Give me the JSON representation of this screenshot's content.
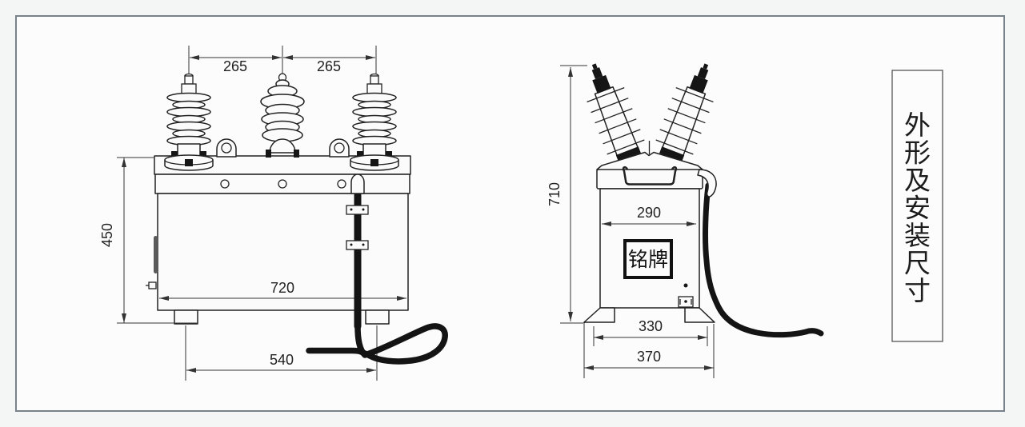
{
  "drawing": {
    "front_view": {
      "dim_phase_spacing_left": "265",
      "dim_phase_spacing_right": "265",
      "dim_body_height": "450",
      "dim_body_width": "720",
      "dim_foot_spacing": "540"
    },
    "side_view": {
      "dim_total_height": "710",
      "dim_body_depth": "290",
      "dim_foot_inner_spacing": "330",
      "dim_base_depth": "370",
      "nameplate_label": "铭牌"
    },
    "title_panel": {
      "text": "外形及安装尺寸",
      "chars": [
        "外",
        "形",
        "及",
        "安",
        "装",
        "尺",
        "寸"
      ]
    },
    "colors": {
      "line": "#222222",
      "background": "#f4f5f5"
    }
  }
}
